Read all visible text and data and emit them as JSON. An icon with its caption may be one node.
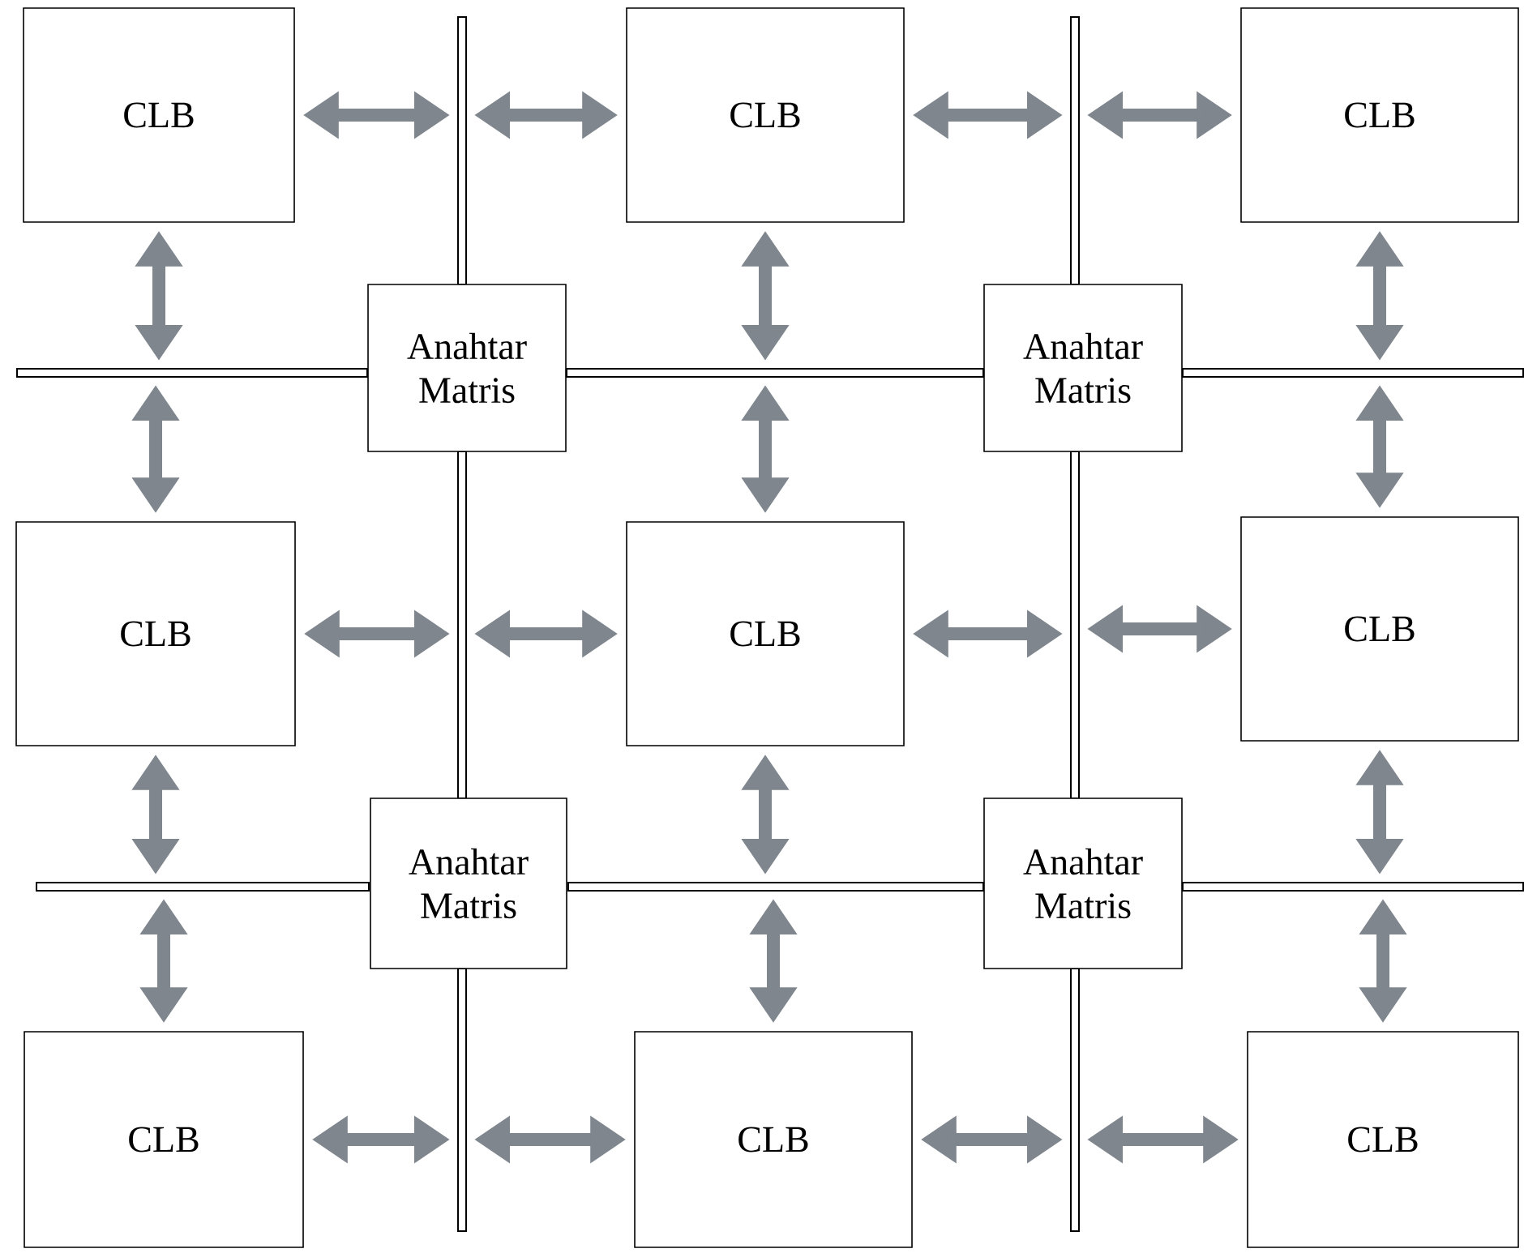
{
  "diagram": {
    "nodes": [
      {
        "text": [
          "CLB"
        ]
      },
      {
        "text": [
          "CLB"
        ]
      },
      {
        "text": [
          "CLB"
        ]
      },
      {
        "text": [
          "Anahtar Matris"
        ]
      },
      {
        "text": [
          "Anahtar Matris"
        ]
      },
      {
        "text": [
          "CLB"
        ]
      },
      {
        "text": [
          "CLB"
        ]
      },
      {
        "text": [
          "CLB"
        ]
      },
      {
        "text": [
          "Anahtar Matris"
        ]
      },
      {
        "text": [
          "Anahtar Matris"
        ]
      },
      {
        "text": [
          "CLB"
        ]
      },
      {
        "text": [
          "CLB"
        ]
      },
      {
        "text": [
          "CLB"
        ]
      },
      {
        "text": [],
        "shape": "bar"
      },
      {
        "text": [],
        "shape": "bar"
      },
      {
        "text": [],
        "shape": "bar"
      },
      {
        "text": [],
        "shape": "bar"
      },
      {
        "text": [],
        "shape": "bar"
      },
      {
        "text": [],
        "shape": "bar"
      },
      {
        "text": [],
        "shape": "bar"
      },
      {
        "text": [],
        "shape": "bar"
      },
      {
        "text": [],
        "shape": "bar"
      },
      {
        "text": [],
        "shape": "bar"
      },
      {
        "text": [],
        "shape": "bar"
      },
      {
        "text": [],
        "shape": "bar"
      }
    ],
    "edges": [
      {
        "from": 0,
        "to": 13,
        "arrow": "both"
      },
      {
        "from": 13,
        "to": 1,
        "arrow": "both"
      },
      {
        "from": 1,
        "to": 16,
        "arrow": "both"
      },
      {
        "from": 16,
        "to": 2,
        "arrow": "both"
      },
      {
        "from": 0,
        "to": 19,
        "arrow": "both"
      },
      {
        "from": 1,
        "to": 20,
        "arrow": "both"
      },
      {
        "from": 2,
        "to": 21,
        "arrow": "both"
      },
      {
        "from": 19,
        "to": 5,
        "arrow": "both"
      },
      {
        "from": 20,
        "to": 6,
        "arrow": "both"
      },
      {
        "from": 21,
        "to": 7,
        "arrow": "both"
      },
      {
        "from": 5,
        "to": 14,
        "arrow": "both"
      },
      {
        "from": 14,
        "to": 6,
        "arrow": "both"
      },
      {
        "from": 6,
        "to": 17,
        "arrow": "both"
      },
      {
        "from": 17,
        "to": 7,
        "arrow": "both"
      },
      {
        "from": 5,
        "to": 22,
        "arrow": "both"
      },
      {
        "from": 6,
        "to": 23,
        "arrow": "both"
      },
      {
        "from": 7,
        "to": 24,
        "arrow": "both"
      },
      {
        "from": 22,
        "to": 10,
        "arrow": "both"
      },
      {
        "from": 23,
        "to": 11,
        "arrow": "both"
      },
      {
        "from": 24,
        "to": 12,
        "arrow": "both"
      },
      {
        "from": 10,
        "to": 15,
        "arrow": "both"
      },
      {
        "from": 15,
        "to": 11,
        "arrow": "both"
      },
      {
        "from": 11,
        "to": 18,
        "arrow": "both"
      },
      {
        "from": 18,
        "to": 12,
        "arrow": "both"
      }
    ]
  }
}
